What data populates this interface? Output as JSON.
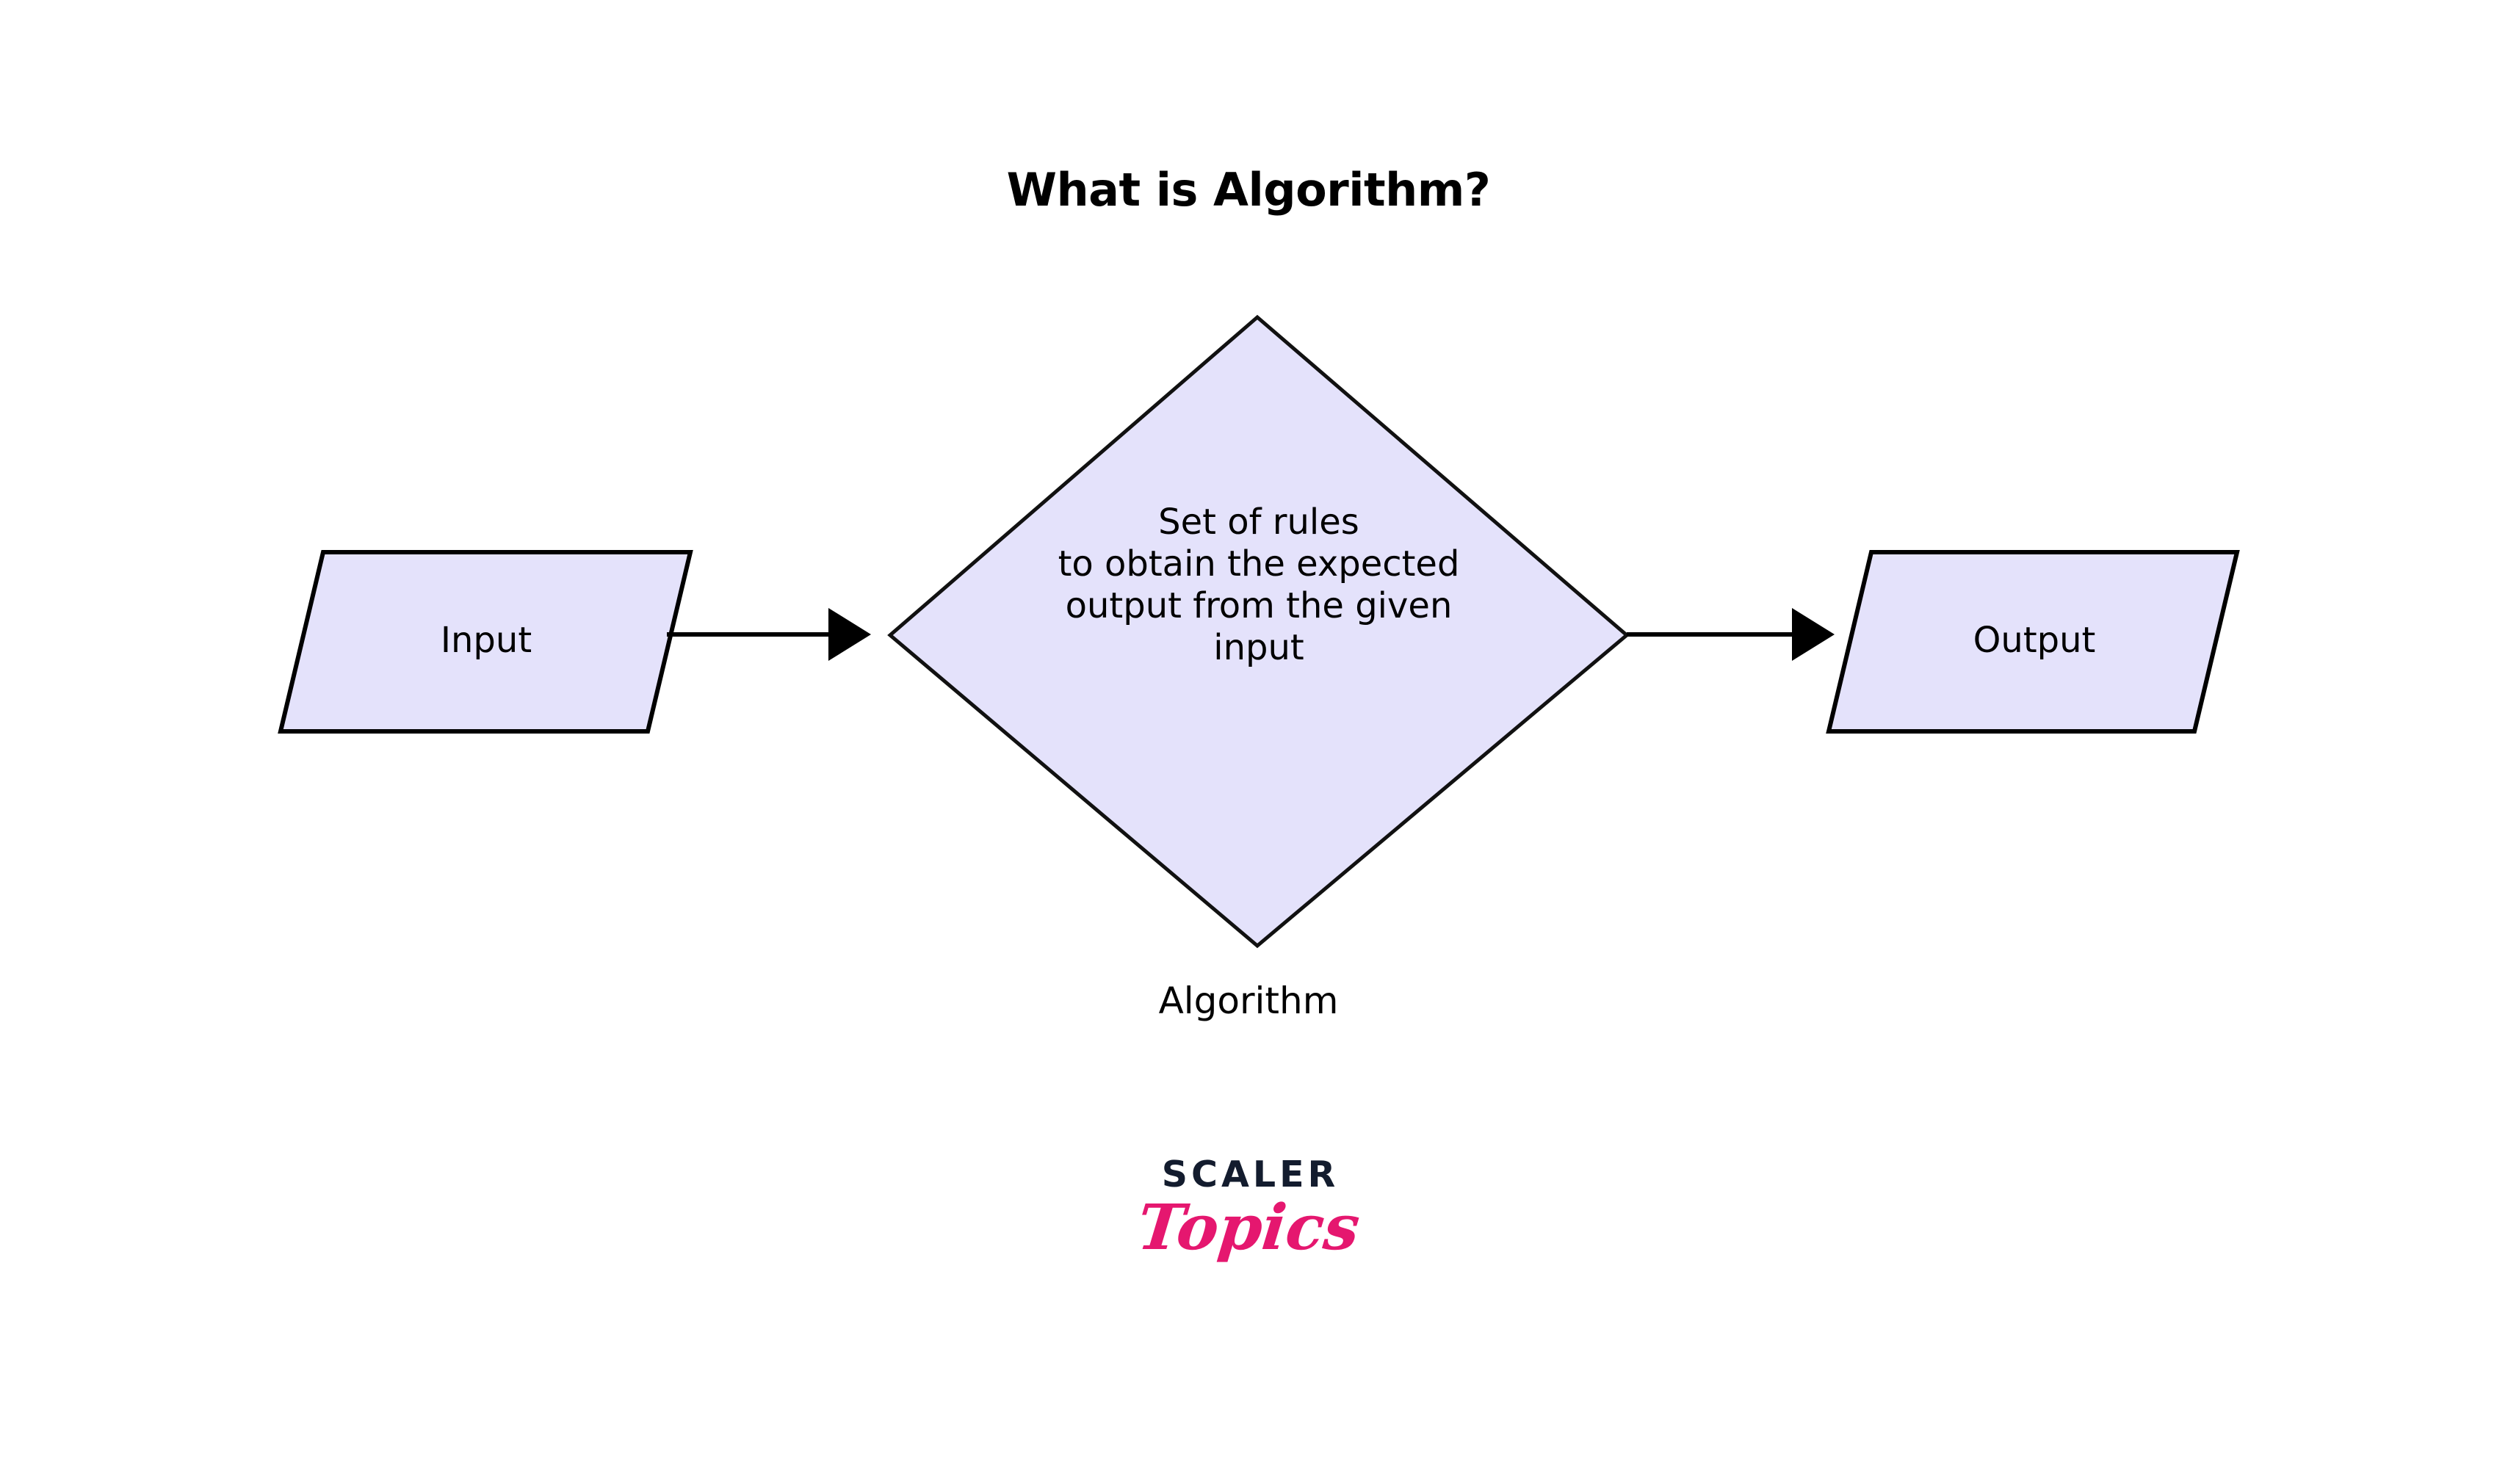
{
  "meta": {
    "background_color": "#ffffff",
    "shape_fill_color": "#e4e2fb",
    "shape_stroke_color": "#000000",
    "text_color": "#000000"
  },
  "title": "What is Algorithm?",
  "nodes": {
    "input": {
      "label": "Input",
      "shape": "parallelogram"
    },
    "process": {
      "shape": "diamond",
      "lines": [
        "Set of rules",
        "to obtain the expected",
        "output from the given",
        "input"
      ],
      "caption": "Algorithm"
    },
    "output": {
      "label": "Output",
      "shape": "parallelogram"
    }
  },
  "connectors": [
    {
      "name": "input-to-algorithm",
      "type": "arrow",
      "direction": "right"
    },
    {
      "name": "algorithm-to-output",
      "type": "arrow",
      "direction": "right"
    }
  ],
  "logo": {
    "primary": "SCALER",
    "secondary": "Topics",
    "primary_color": "#131c2e",
    "secondary_color": "#e5176f"
  }
}
